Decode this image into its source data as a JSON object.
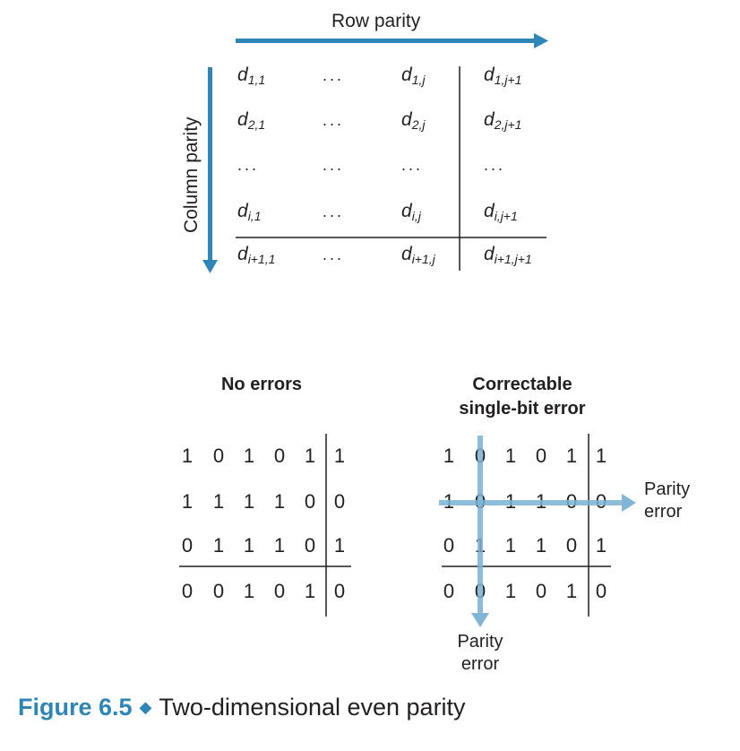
{
  "top_diagram": {
    "row_parity_label": "Row parity",
    "column_parity_label": "Column parity",
    "dots": "...",
    "matrix": [
      [
        {
          "d": "d",
          "s": "1,1"
        },
        {
          "dots": true
        },
        {
          "d": "d",
          "s": "1,j"
        },
        {
          "d": "d",
          "s": "1,j+1"
        }
      ],
      [
        {
          "d": "d",
          "s": "2,1"
        },
        {
          "dots": true
        },
        {
          "d": "d",
          "s": "2,j"
        },
        {
          "d": "d",
          "s": "2,j+1"
        }
      ],
      [
        {
          "dots": true
        },
        {
          "dots": true
        },
        {
          "dots": true
        },
        {
          "dots": true
        }
      ],
      [
        {
          "d": "d",
          "s": "i,1"
        },
        {
          "dots": true
        },
        {
          "d": "d",
          "s": "i,j"
        },
        {
          "d": "d",
          "s": "i,j+1"
        }
      ],
      [
        {
          "d": "d",
          "s": "i+1,1"
        },
        {
          "dots": true
        },
        {
          "d": "d",
          "s": "i+1,j"
        },
        {
          "d": "d",
          "s": "i+1,j+1"
        }
      ]
    ],
    "colors": {
      "arrow": "#2e86b7"
    }
  },
  "no_errors": {
    "title": "No errors",
    "rows": [
      [
        "1",
        "0",
        "1",
        "0",
        "1",
        "1"
      ],
      [
        "1",
        "1",
        "1",
        "1",
        "0",
        "0"
      ],
      [
        "0",
        "1",
        "1",
        "1",
        "0",
        "1"
      ],
      [
        "0",
        "0",
        "1",
        "0",
        "1",
        "0"
      ]
    ]
  },
  "single_bit_error": {
    "title_line1": "Correctable",
    "title_line2": "single-bit error",
    "rows": [
      [
        "1",
        "0",
        "1",
        "0",
        "1",
        "1"
      ],
      [
        "1",
        "0",
        "1",
        "1",
        "0",
        "0"
      ],
      [
        "0",
        "1",
        "1",
        "1",
        "0",
        "1"
      ],
      [
        "0",
        "0",
        "1",
        "0",
        "1",
        "0"
      ]
    ],
    "row_error_label_1": "Parity",
    "row_error_label_2": "error",
    "col_error_label_1": "Parity",
    "col_error_label_2": "error",
    "colors": {
      "highlight": "#7ab2d4"
    }
  },
  "caption": {
    "figure": "Figure 6.5",
    "text": "Two-dimensional even parity"
  }
}
